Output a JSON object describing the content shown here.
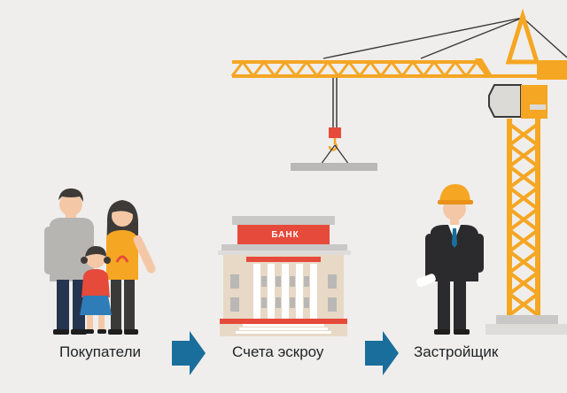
{
  "flow": {
    "buyers_label": "Покупатели",
    "escrow_label": "Счета эскроу",
    "developer_label": "Застройщик"
  },
  "bank": {
    "sign": "БАНК"
  },
  "colors": {
    "background": "#efeeec",
    "crane": "#f5a623",
    "arrow": "#1a6e9c",
    "bank_facade": "#e7d9c6",
    "bank_roof": "#e64a3b",
    "suit": "#2b2b2e"
  },
  "icons": [
    "family-icon",
    "arrow-right-icon",
    "bank-building-icon",
    "builder-icon",
    "tower-crane-icon"
  ]
}
